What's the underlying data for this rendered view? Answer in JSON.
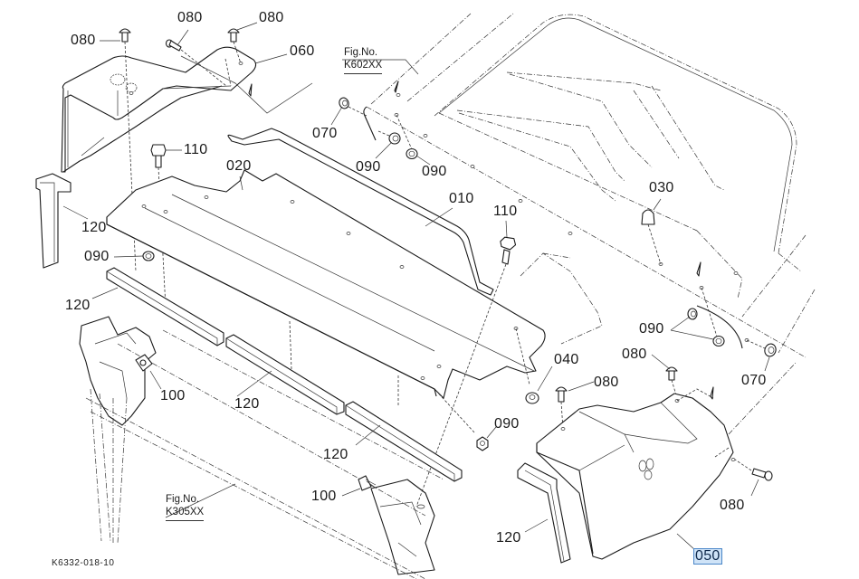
{
  "diagram": {
    "drawing_code": "K6332-018-10",
    "figure_refs": [
      {
        "id": "fig-k602",
        "line1": "Fig.No.",
        "line2": "K602XX"
      },
      {
        "id": "fig-k305",
        "line1": "Fig.No.",
        "line2": "K305XX"
      }
    ],
    "callouts": [
      {
        "id": "c1",
        "text": "080"
      },
      {
        "id": "c2",
        "text": "080"
      },
      {
        "id": "c3",
        "text": "080"
      },
      {
        "id": "c4",
        "text": "060"
      },
      {
        "id": "c5",
        "text": "070"
      },
      {
        "id": "c6",
        "text": "090"
      },
      {
        "id": "c7",
        "text": "090"
      },
      {
        "id": "c8",
        "text": "110"
      },
      {
        "id": "c9",
        "text": "020"
      },
      {
        "id": "c10",
        "text": "010"
      },
      {
        "id": "c11",
        "text": "110"
      },
      {
        "id": "c12",
        "text": "030"
      },
      {
        "id": "c13",
        "text": "120"
      },
      {
        "id": "c14",
        "text": "090"
      },
      {
        "id": "c15",
        "text": "120"
      },
      {
        "id": "c16",
        "text": "100"
      },
      {
        "id": "c17",
        "text": "120"
      },
      {
        "id": "c18",
        "text": "120"
      },
      {
        "id": "c19",
        "text": "090"
      },
      {
        "id": "c20",
        "text": "080"
      },
      {
        "id": "c21",
        "text": "070"
      },
      {
        "id": "c22",
        "text": "040"
      },
      {
        "id": "c23",
        "text": "080"
      },
      {
        "id": "c24",
        "text": "090"
      },
      {
        "id": "c25",
        "text": "100"
      },
      {
        "id": "c26",
        "text": "120"
      },
      {
        "id": "c27",
        "text": "080"
      },
      {
        "id": "c28",
        "text": "050",
        "selected": true
      }
    ],
    "highlight_color": "#cfe3f7",
    "highlight_border": "#4a86c8"
  }
}
